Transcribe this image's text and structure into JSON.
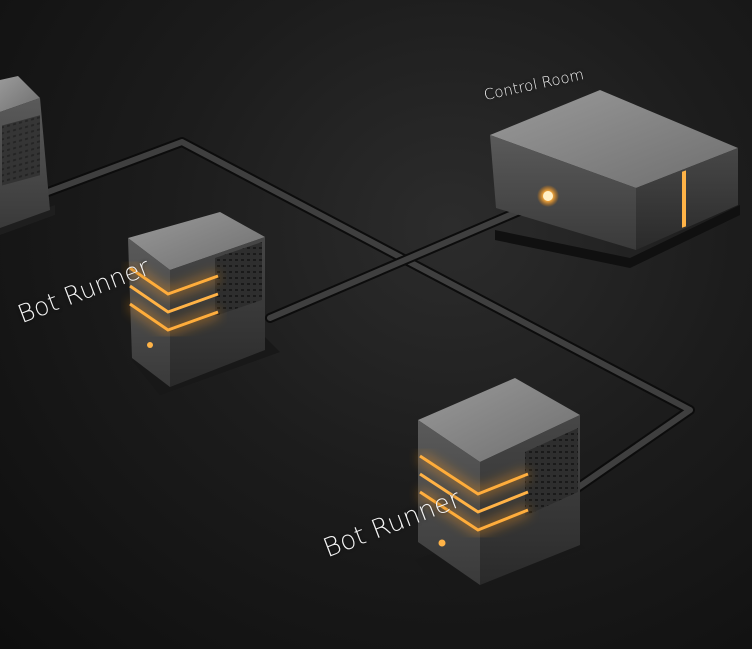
{
  "labels": {
    "control_room": "Control Room",
    "bot_runner_1": "Bot Runner",
    "bot_runner_2": "Bot Runner"
  },
  "colors": {
    "background": "#161616",
    "cable": "#3a3a3a",
    "server_top": "#8c8c8c",
    "server_side": "#4a4a4a",
    "glow": "#ffb347",
    "label": "#f2f2f2"
  },
  "icons": {
    "control_room": "control-room-server-icon",
    "bot_runner": "bot-runner-server-icon"
  }
}
